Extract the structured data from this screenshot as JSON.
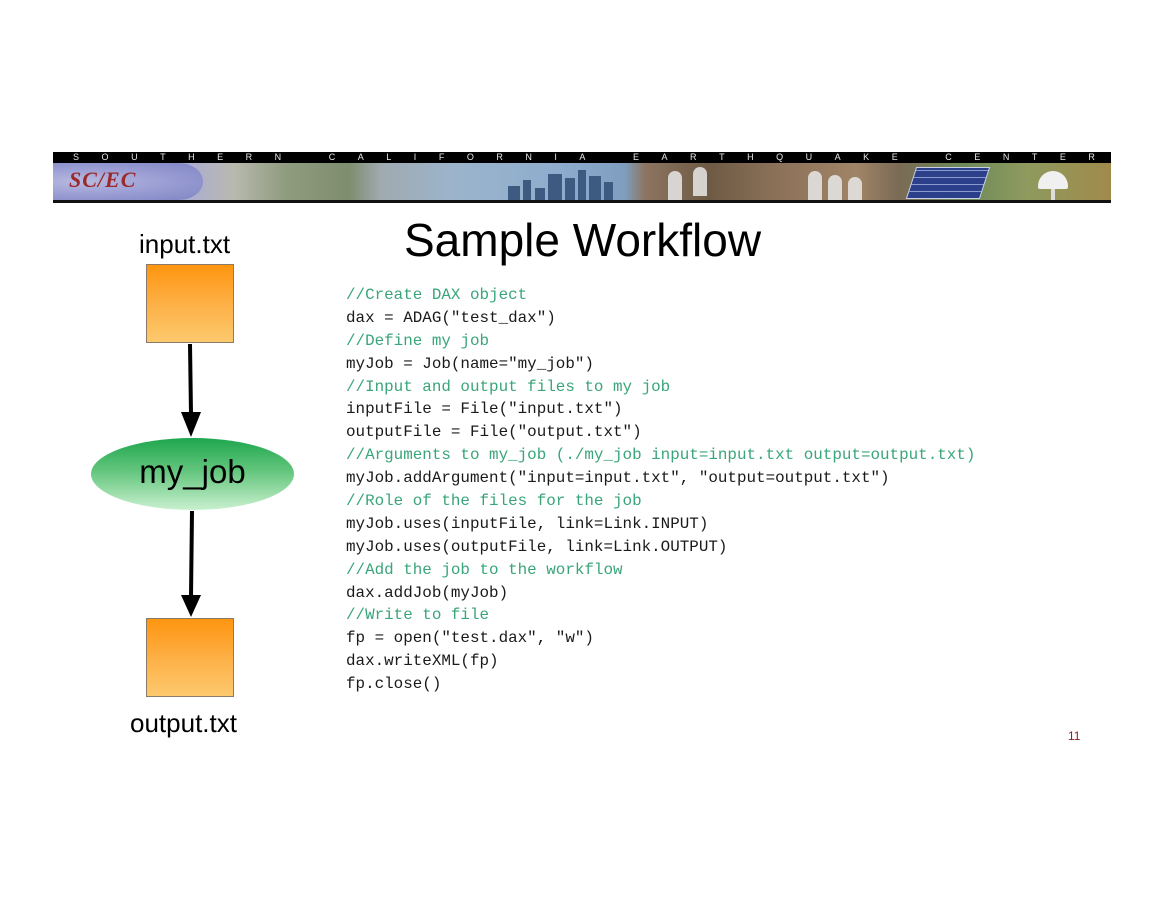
{
  "banner": {
    "org_name_letters": [
      "S",
      "O",
      "U",
      "T",
      "H",
      "E",
      "R",
      "N",
      "",
      "C",
      "A",
      "L",
      "I",
      "F",
      "O",
      "R",
      "N",
      "I",
      "A",
      "",
      "E",
      "A",
      "R",
      "T",
      "H",
      "Q",
      "U",
      "A",
      "K",
      "E",
      "",
      "C",
      "E",
      "N",
      "T",
      "E",
      "R"
    ],
    "org_name": "SOUTHERN CALIFORNIA EARTHQUAKE CENTER",
    "logo_text": "SC/EC",
    "logo_color": "#9b2b2b"
  },
  "slide": {
    "title": "Sample Workflow",
    "page_number": "11"
  },
  "diagram": {
    "input_file": "input.txt",
    "job": "my_job",
    "output_file": "output.txt",
    "colors": {
      "file_top": "#fe9510",
      "file_bottom": "#fdc96d",
      "job_top": "#1fa64e",
      "job_bottom": "#c9f0cf"
    }
  },
  "code": {
    "comment_color": "#3aa57a",
    "lines": [
      {
        "type": "comment",
        "text": "//Create DAX object"
      },
      {
        "type": "stmt",
        "text": "dax = ADAG(\"test_dax\")"
      },
      {
        "type": "comment",
        "text": "//Define my job"
      },
      {
        "type": "stmt",
        "text": "myJob = Job(name=\"my_job\")"
      },
      {
        "type": "comment",
        "text": "//Input and output files to my job"
      },
      {
        "type": "stmt",
        "text": "inputFile = File(\"input.txt\")"
      },
      {
        "type": "stmt",
        "text": "outputFile = File(\"output.txt\")"
      },
      {
        "type": "comment",
        "text": "//Arguments to my_job (./my_job input=input.txt output=output.txt)"
      },
      {
        "type": "stmt",
        "text": "myJob.addArgument(\"input=input.txt\", \"output=output.txt\")"
      },
      {
        "type": "comment",
        "text": "//Role of the files for the job"
      },
      {
        "type": "stmt",
        "text": "myJob.uses(inputFile, link=Link.INPUT)"
      },
      {
        "type": "stmt",
        "text": "myJob.uses(outputFile, link=Link.OUTPUT)"
      },
      {
        "type": "comment",
        "text": "//Add the job to the workflow"
      },
      {
        "type": "stmt",
        "text": "dax.addJob(myJob)"
      },
      {
        "type": "comment",
        "text": "//Write to file"
      },
      {
        "type": "stmt",
        "text": "fp = open(\"test.dax\", \"w\")"
      },
      {
        "type": "stmt",
        "text": "dax.writeXML(fp)"
      },
      {
        "type": "stmt",
        "text": "fp.close()"
      }
    ]
  }
}
